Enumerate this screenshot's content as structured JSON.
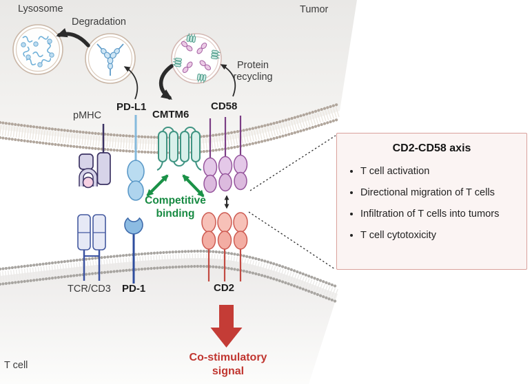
{
  "labels": {
    "lysosome": "Lysosome",
    "degradation": "Degradation",
    "tumor": "Tumor",
    "protein_recycling": "Protein recycling",
    "pmhc": "pMHC",
    "pdl1": "PD-L1",
    "cmtm6": "CMTM6",
    "cd58": "CD58",
    "tcr_cd3": "TCR/CD3",
    "pd1": "PD-1",
    "cd2": "CD2",
    "competitive_binding": "Competitive binding",
    "costimulatory_signal": "Co-stimulatory signal",
    "t_cell": "T cell"
  },
  "info_box": {
    "title": "CD2-CD58 axis",
    "items": [
      {
        "label": "T cell activation"
      },
      {
        "label": "Directional migration of T cells"
      },
      {
        "label": "Infiltration of T cells into tumors"
      },
      {
        "label": "T cell cytotoxicity"
      }
    ]
  },
  "colors": {
    "binding_green": "#1a9147",
    "signal_red": "#c43c36",
    "box_border": "#d9a09b",
    "box_background": "#fbf4f3",
    "pdl1_blue": "#badcf1",
    "pd1_blue": "#8cbbe2",
    "cmtm6_teal": "#d9f0ea",
    "cd58_purple": "#e4c8e8",
    "cd2_salmon": "#f7c1b8",
    "membrane_bead_tumor": "#b1a69c",
    "membrane_bead_tcell": "#a8a5a1"
  }
}
